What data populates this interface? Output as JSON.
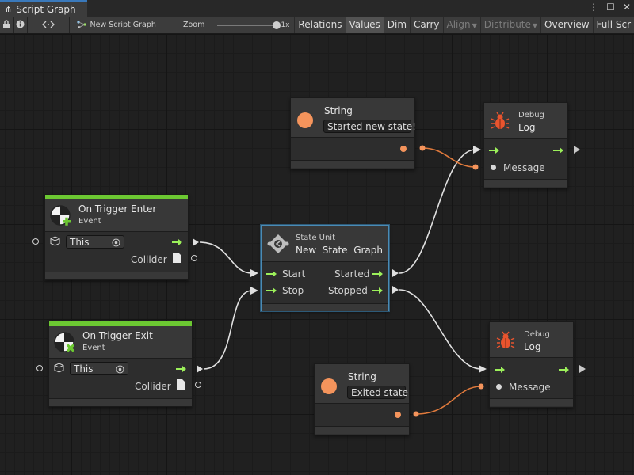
{
  "window": {
    "tab_title": "Script Graph",
    "menu_icon": "kebab-menu-icon",
    "maximize_icon": "maximize-icon",
    "close_icon": "close-icon"
  },
  "toolbar": {
    "lock_icon": "lock-icon",
    "info_icon": "info-icon",
    "code_icon": "code-icon",
    "graph_name": "New Script Graph",
    "zoom_label": "Zoom",
    "zoom_value": "1x",
    "zoom_level": 1.0,
    "buttons": [
      {
        "label": "Relations",
        "active": false,
        "enabled": true
      },
      {
        "label": "Values",
        "active": true,
        "enabled": true
      },
      {
        "label": "Dim",
        "active": false,
        "enabled": true
      },
      {
        "label": "Carry",
        "active": false,
        "enabled": true
      },
      {
        "label": "Align",
        "active": false,
        "enabled": false,
        "dropdown": true
      },
      {
        "label": "Distribute",
        "active": false,
        "enabled": false,
        "dropdown": true
      },
      {
        "label": "Overview",
        "active": false,
        "enabled": true
      },
      {
        "label": "Full Scr",
        "active": false,
        "enabled": true
      }
    ]
  },
  "colors": {
    "flow": "#9cf05a",
    "string_value": "#f4945c",
    "event_bar": "#6cc832",
    "wire_flow": "#e0e0e0",
    "wire_value": "#e07a3c",
    "selection": "#4a8bb5",
    "debug_icon": "#e8542e"
  },
  "nodes": {
    "string1": {
      "title": "String",
      "value": "Started new state!"
    },
    "string2": {
      "title": "String",
      "value": "Exited state"
    },
    "debug1": {
      "category": "Debug",
      "title": "Log",
      "message_label": "Message"
    },
    "debug2": {
      "category": "Debug",
      "title": "Log",
      "message_label": "Message"
    },
    "trigger_enter": {
      "title": "On Trigger Enter",
      "subtitle": "Event",
      "target_value": "This",
      "collider_label": "Collider"
    },
    "trigger_exit": {
      "title": "On Trigger Exit",
      "subtitle": "Event",
      "target_value": "This",
      "collider_label": "Collider"
    },
    "state_unit": {
      "category": "State Unit",
      "title": "New  State  Graph",
      "start_label": "Start",
      "stop_label": "Stop",
      "started_label": "Started",
      "stopped_label": "Stopped"
    }
  }
}
